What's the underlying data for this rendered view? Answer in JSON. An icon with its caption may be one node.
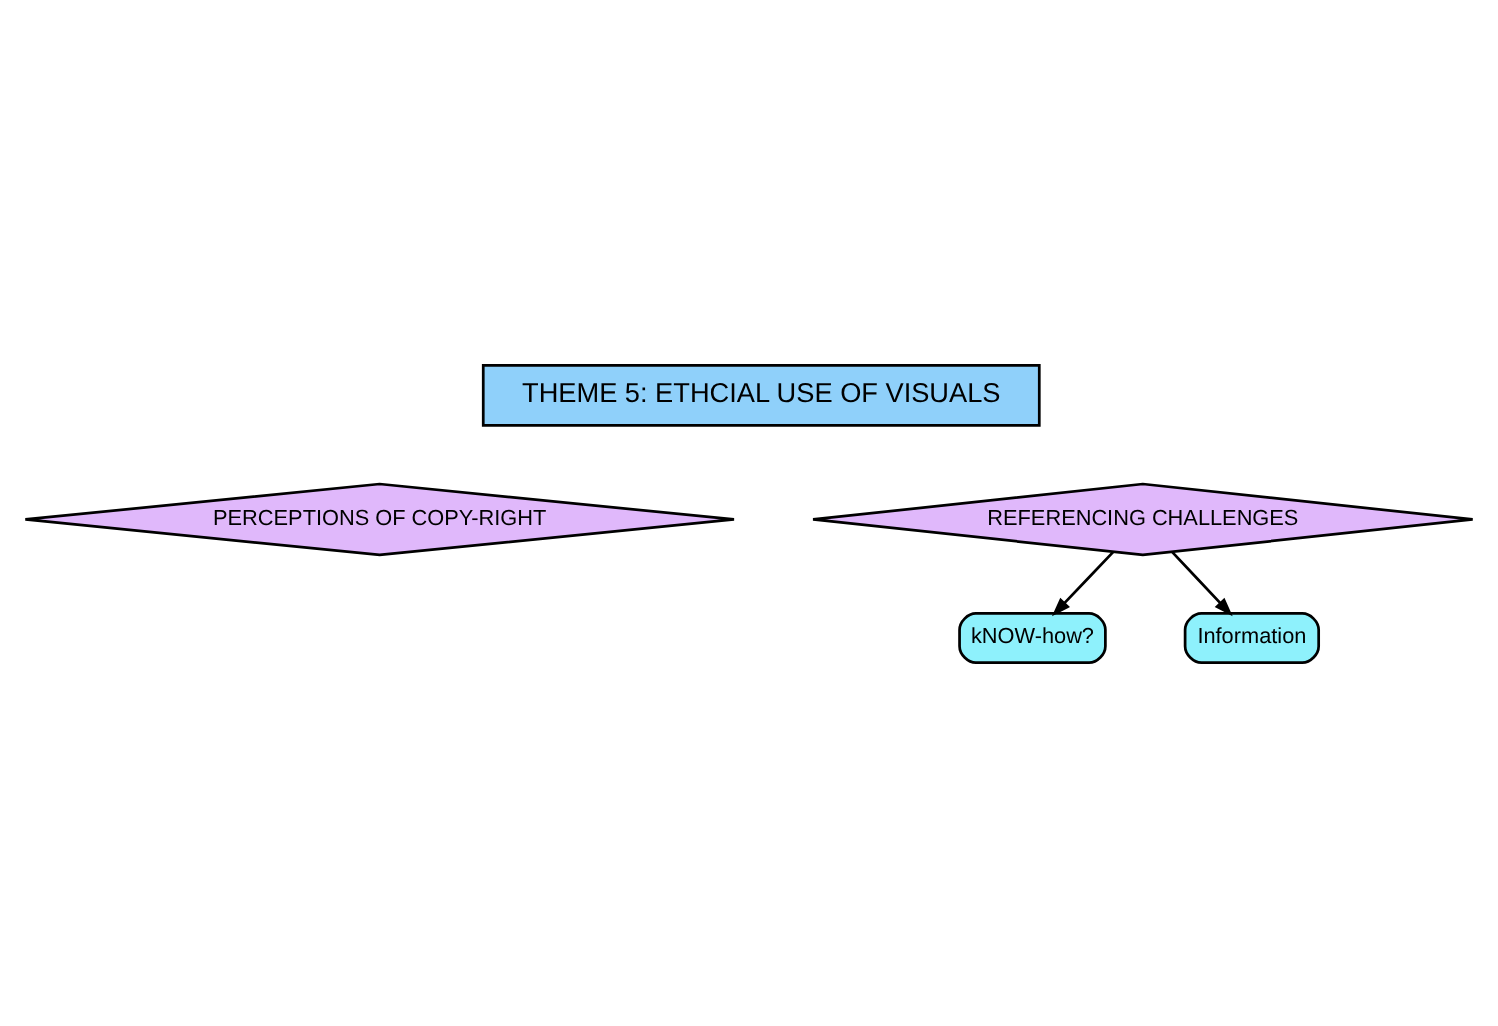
{
  "diagram": {
    "nodes": [
      {
        "text": [
          "THEME 5: ETHCIAL USE OF VISUALS"
        ]
      },
      {
        "text": [
          "PERCEPTIONS OF COPY-RIGHT"
        ]
      },
      {
        "text": [
          "REFERENCING CHALLENGES"
        ]
      },
      {
        "text": [
          "kNOW-how?"
        ]
      },
      {
        "text": [
          "Information"
        ]
      }
    ],
    "edges": [
      {
        "from": 2,
        "to": 3,
        "arrow": "to"
      },
      {
        "from": 2,
        "to": 4,
        "arrow": "to"
      }
    ]
  }
}
